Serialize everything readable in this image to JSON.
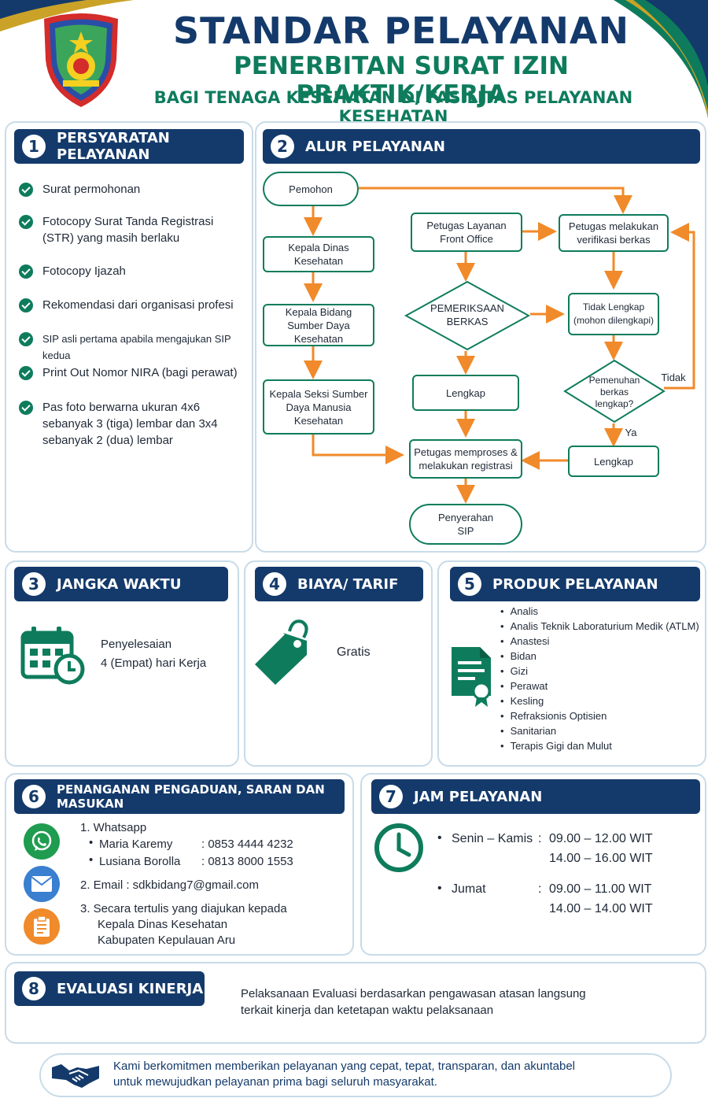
{
  "header": {
    "title": "STANDAR PELAYANAN",
    "subtitle": "PENERBITAN SURAT IZIN PRAKTIK/KERJA",
    "subtitle2": "BAGI TENAGA KESEHATAN DI FASILITAS PELAYANAN KESEHATAN"
  },
  "colors": {
    "navy": "#143a6b",
    "green": "#0e7c5c",
    "orange": "#f08a2a",
    "border": "#c8dbe8"
  },
  "sections": {
    "s1": {
      "num": "1",
      "title": "PERSYARATAN PELAYANAN"
    },
    "s2": {
      "num": "2",
      "title": "ALUR PELAYANAN"
    },
    "s3": {
      "num": "3",
      "title": "JANGKA WAKTU"
    },
    "s4": {
      "num": "4",
      "title": "BIAYA/ TARIF"
    },
    "s5": {
      "num": "5",
      "title": "PRODUK PELAYANAN"
    },
    "s6": {
      "num": "6",
      "title": "PENANGANAN PENGADUAN, SARAN DAN MASUKAN"
    },
    "s7": {
      "num": "7",
      "title": "JAM PELAYANAN"
    },
    "s8": {
      "num": "8",
      "title": "EVALUASI KINERJA"
    }
  },
  "requirements": [
    "Surat permohonan",
    "Fotocopy Surat Tanda Registrasi (STR) yang masih berlaku",
    "Fotocopy Ijazah",
    "Rekomendasi dari organisasi profesi",
    "SIP asli pertama apabila mengajukan SIP kedua",
    "Print Out Nomor NIRA (bagi perawat)",
    "Pas foto berwarna ukuran 4x6 sebanyak 3 (tiga) lembar dan 3x4 sebanyak 2 (dua) lembar"
  ],
  "flow": {
    "pemohon": "Pemohon",
    "kadis": "Kepala Dinas Kesehatan",
    "kabid": "Kepala Bidang Sumber Daya Kesehatan",
    "kasi": "Kepala Seksi Sumber Daya Manusia Kesehatan",
    "front": "Petugas Layanan Front Office",
    "verif": "Petugas melakukan verifikasi berkas",
    "periksa": "PEMERIKSAAN BERKAS",
    "tidak_lengkap": "Tidak Lengkap (mohon dilengkapi)",
    "pemenuhan": "Pemenuhan berkas lengkap?",
    "tidak": "Tidak",
    "ya": "Ya",
    "lengkap1": "Lengkap",
    "lengkap2": "Lengkap",
    "proses": "Petugas memproses & melakukan registrasi",
    "penyerahan": "Penyerahan SIP"
  },
  "jangka_waktu": {
    "line1": "Penyelesaian",
    "line2": "4 (Empat) hari Kerja",
    "icon": "calendar-clock-icon"
  },
  "biaya": {
    "value": "Gratis",
    "icon": "price-tag-icon"
  },
  "produk": {
    "icon": "certificate-icon",
    "items": [
      "Analis",
      "Analis Teknik Laboraturium Medik (ATLM)",
      "Anastesi",
      "Bidan",
      "Gizi",
      "Perawat",
      "Kesling",
      "Refraksionis Optisien",
      "Sanitarian",
      "Terapis Gigi dan Mulut"
    ]
  },
  "pengaduan": {
    "wa_title": "1.  Whatsapp",
    "contact1_name": "Maria Karemy",
    "contact1_phone": ": 0853 4444 4232",
    "contact2_name": "Lusiana Borolla",
    "contact2_phone": ": 0813 8000 1553",
    "email": "2.  Email : sdkbidang7@gmail.com",
    "written1": "3.  Secara tertulis yang diajukan kepada",
    "written2": "Kepala Dinas Kesehatan",
    "written3": "Kabupaten Kepulauan Aru"
  },
  "jam": {
    "day1": "Senin – Kamis",
    "day1_t1": "09.00 – 12.00 WIT",
    "day1_t2": "14.00 – 16.00 WIT",
    "day2": "Jumat",
    "day2_t1": "09.00 – 11.00 WIT",
    "day2_t2": "14.00 – 14.00 WIT",
    "colon": ":"
  },
  "evaluasi": {
    "line1": "Pelaksanaan  Evaluasi berdasarkan pengawasan atasan langsung",
    "line2": "terkait kinerja dan ketetapan waktu pelaksanaan"
  },
  "footer": {
    "line1": "Kami berkomitmen memberikan pelayanan yang cepat, tepat, transparan, dan akuntabel",
    "line2": "untuk mewujudkan pelayanan prima bagi seluruh masyarakat."
  }
}
